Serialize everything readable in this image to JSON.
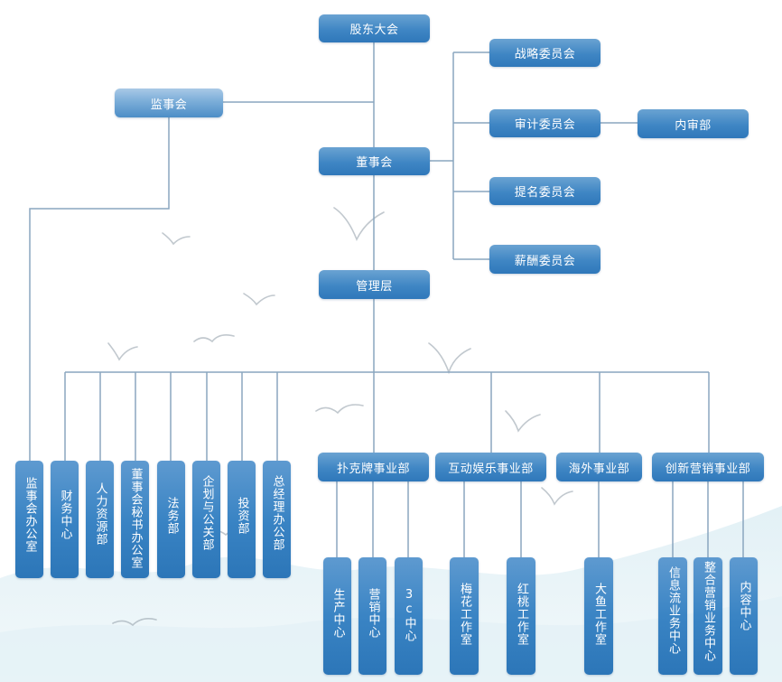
{
  "title": "",
  "nodes": {
    "shareholders": "股东大会",
    "supervisory_board": "监事会",
    "board": "董事会",
    "management": "管理层",
    "strategy_committee": "战略委员会",
    "audit_committee": "审计委员会",
    "internal_audit": "内审部",
    "nomination_committee": "提名委员会",
    "compensation_committee": "薪酬委员会"
  },
  "functional_departments": [
    "监事会办公室",
    "财务中心",
    "人力资源部",
    "董事会秘书办公室",
    "法务部",
    "企划与公关部",
    "投资部",
    "总经理办公部"
  ],
  "business_units": [
    {
      "name": "扑克牌事业部",
      "children": [
        "生产中心",
        "营销中心",
        "3c中心"
      ]
    },
    {
      "name": "互动娱乐事业部",
      "children": [
        "梅花工作室",
        "红桃工作室"
      ]
    },
    {
      "name": "海外事业部",
      "children": [
        "大鱼工作室"
      ]
    },
    {
      "name": "创新营销事业部",
      "children": [
        "信息流业务中心",
        "整合营销业务中心",
        "内容中心"
      ]
    }
  ],
  "colors": {
    "node_dark": "#2f78ba",
    "node_light": "#7fb0da",
    "line": "#8aa6bf",
    "text": "#ffffff",
    "mountain": "#cfe4ee"
  }
}
